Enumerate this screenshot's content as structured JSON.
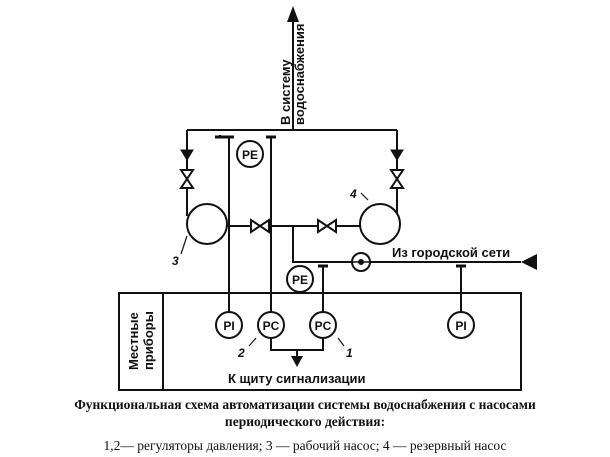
{
  "diagram": {
    "to_water_supply_label_1": "В систему",
    "to_water_supply_label_2": "водоснабжения",
    "from_city_network_label": "Из городской сети",
    "to_alarm_panel_label": "К щиту сигнализации",
    "local_instruments_label_1": "Местные",
    "local_instruments_label_2": "приборы",
    "pump_working_number": "3",
    "pump_reserve_number": "4",
    "regulator_1_number": "1",
    "regulator_2_number": "2",
    "instruments": {
      "pressure_element_top": "PE",
      "pressure_element_mid": "PE",
      "pressure_indicator_left": "PI",
      "pressure_controller_left": "PC",
      "pressure_controller_right": "PC",
      "pressure_indicator_right": "PI"
    }
  },
  "caption": {
    "title_line_1": "Функциональная схема автоматизации системы водоснабжения с насосами",
    "title_line_2": "периодического действия:",
    "legend": "1,2— регуляторы давления; 3 — рабочий насос; 4 — резервный насос"
  },
  "colors": {
    "ink": "#111111",
    "background": "#ffffff"
  }
}
